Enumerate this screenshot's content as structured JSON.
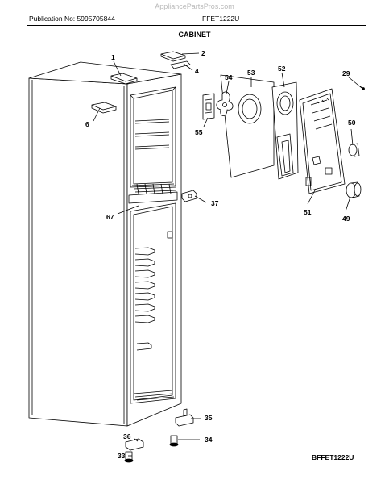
{
  "header": {
    "watermark": "AppliancePartsPros.com",
    "publication": "Publication No: 5995705844",
    "model": "FFET1222U",
    "section": "CABINET"
  },
  "callouts": [
    {
      "id": "c1",
      "label": "1"
    },
    {
      "id": "c2",
      "label": "2"
    },
    {
      "id": "c4",
      "label": "4"
    },
    {
      "id": "c6",
      "label": "6"
    },
    {
      "id": "c29",
      "label": "29"
    },
    {
      "id": "c33",
      "label": "33"
    },
    {
      "id": "c34",
      "label": "34"
    },
    {
      "id": "c35",
      "label": "35"
    },
    {
      "id": "c36",
      "label": "36"
    },
    {
      "id": "c37",
      "label": "37"
    },
    {
      "id": "c49",
      "label": "49"
    },
    {
      "id": "c50",
      "label": "50"
    },
    {
      "id": "c51",
      "label": "51"
    },
    {
      "id": "c52",
      "label": "52"
    },
    {
      "id": "c53",
      "label": "53"
    },
    {
      "id": "c54",
      "label": "54"
    },
    {
      "id": "c55",
      "label": "55"
    },
    {
      "id": "c67",
      "label": "67"
    }
  ],
  "footer": {
    "code": "BFFET1222U"
  }
}
